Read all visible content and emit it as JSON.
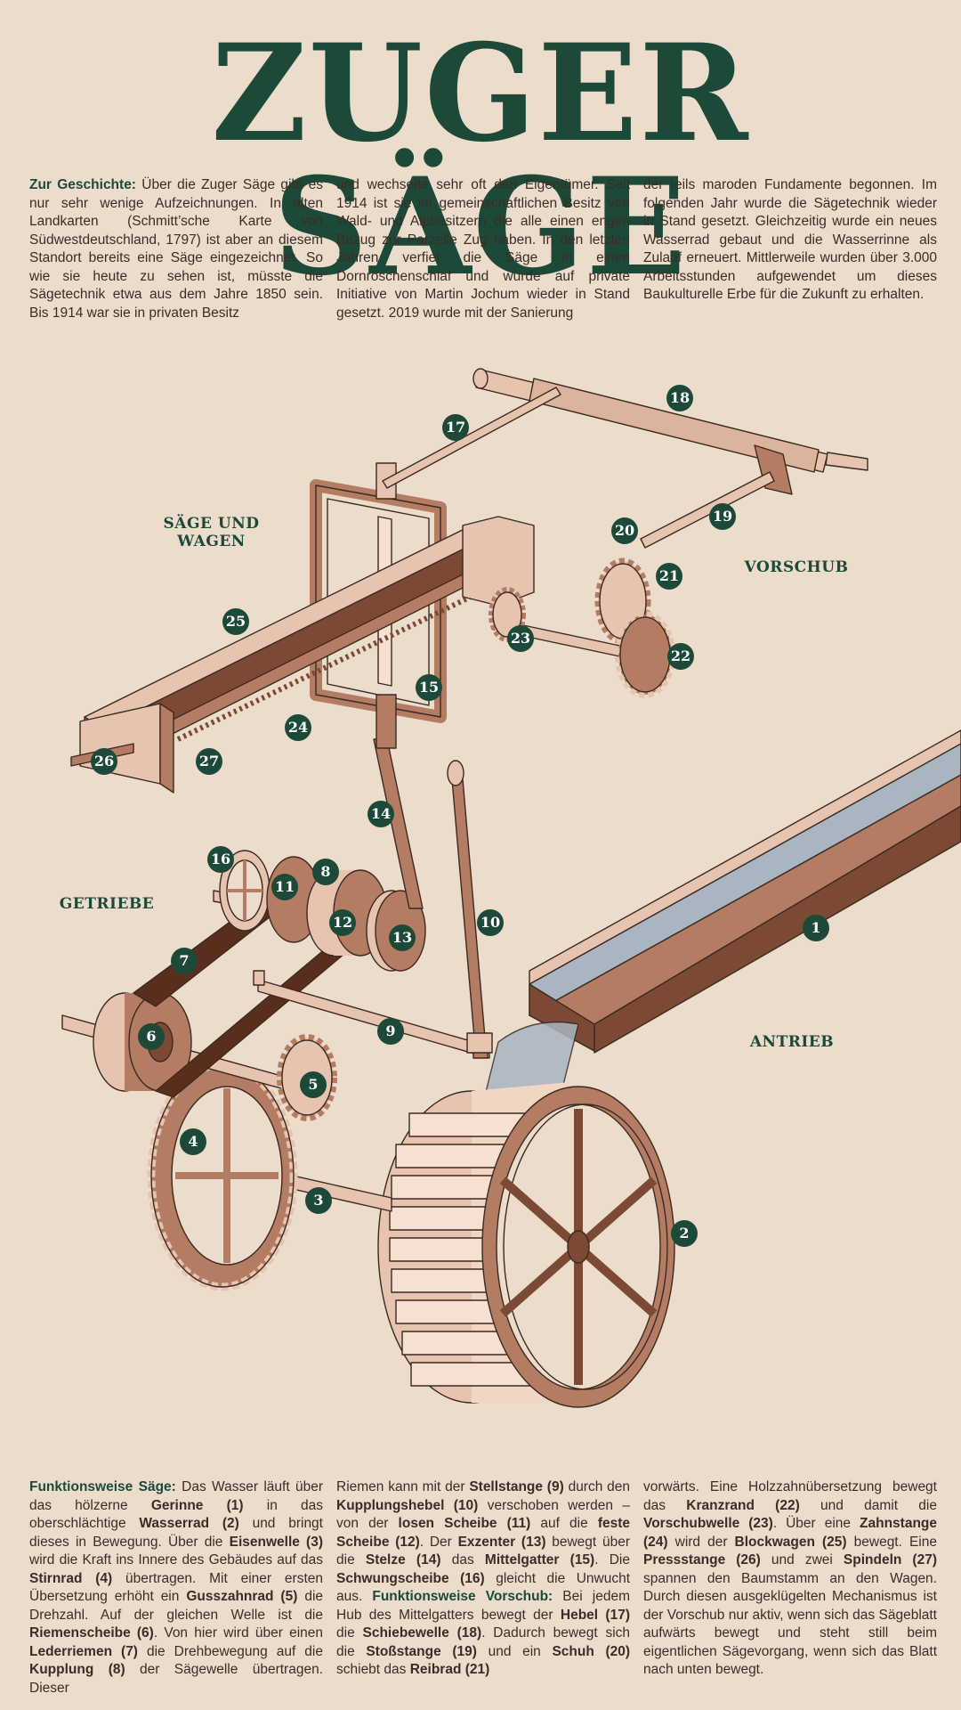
{
  "title": "ZUGER SÄGE",
  "intro": {
    "heading": "Zur Geschichte:",
    "col1": "Über die Zuger Säge gibt es nur sehr wenige Aufzeichnungen. In alten Landkarten (Schmitt’sche Karte von Südwestdeutschland, 1797) ist aber an diesem Standort bereits eine Säge eingezeichnet. So wie sie heute zu sehen ist, müsste die Sägetechnik etwa aus dem Jahre 1850 sein. Bis 1914 war sie in privaten Besitz",
    "col2": "und wechselte sehr oft den Eigentümer. Seit 1914 ist sie im gemeinschaftlichen Besitz von Wald- und Alpbesitzern die alle einen engen Bezug zur Parzelle Zug haben. In den letzten Jahren verfiel die Säge in einen Dornröschenschlaf und wurde auf private Initiative von Martin Jochum wieder in Stand gesetzt. 2019 wurde mit der Sanierung",
    "col3": "der teils maroden Fundamente begonnen. Im folgenden Jahr wurde die Sägetechnik wieder in Stand gesetzt. Gleichzeitig wurde ein neues Wasserrad gebaut und die Wasserrinne als Zulauf erneuert. Mittlerweile wurden über 3.000 Arbeitsstunden aufgewendet um dieses Baukulturelle Erbe für die Zukunft zu erhalten."
  },
  "sections": {
    "saege": "SÄGE UND WAGEN",
    "vorschub": "VORSCHUB",
    "getriebe": "GETRIEBE",
    "antrieb": "ANTRIEB"
  },
  "badges": [
    "1",
    "2",
    "3",
    "4",
    "5",
    "6",
    "7",
    "8",
    "9",
    "10",
    "11",
    "12",
    "13",
    "14",
    "15",
    "16",
    "17",
    "18",
    "19",
    "20",
    "21",
    "22",
    "23",
    "24",
    "25",
    "26",
    "27"
  ],
  "bottom": {
    "col1": [
      {
        "t": "Funktionsweise Säge:",
        "s": "h"
      },
      {
        "t": " Das Wasser läuft über das hölzerne "
      },
      {
        "t": "Gerinne (1)",
        "s": "k"
      },
      {
        "t": " in das oberschlächtige "
      },
      {
        "t": "Wasserrad (2)",
        "s": "k"
      },
      {
        "t": " und bringt dieses in Bewegung. Über die "
      },
      {
        "t": "Eisenwelle (3)",
        "s": "k"
      },
      {
        "t": " wird die Kraft ins Innere des Gebäudes auf das "
      },
      {
        "t": "Stirnrad (4)",
        "s": "k"
      },
      {
        "t": " übertragen. Mit einer ersten Übersetzung erhöht ein "
      },
      {
        "t": "Gusszahnrad (5)",
        "s": "k"
      },
      {
        "t": " die Drehzahl. Auf der gleichen Welle ist die "
      },
      {
        "t": "Riemenscheibe (6)",
        "s": "k"
      },
      {
        "t": ". Von hier wird über einen "
      },
      {
        "t": "Lederriemen (7)",
        "s": "k"
      },
      {
        "t": " die Drehbewegung auf die "
      },
      {
        "t": "Kupplung (8)",
        "s": "k"
      },
      {
        "t": " der Sägewelle übertragen. Dieser"
      }
    ],
    "col2": [
      {
        "t": "Riemen kann mit der "
      },
      {
        "t": "Stellstange (9)",
        "s": "k"
      },
      {
        "t": " durch den "
      },
      {
        "t": "Kupplungshebel (10)",
        "s": "k"
      },
      {
        "t": " verschoben werden – von der "
      },
      {
        "t": "losen Scheibe (11)",
        "s": "k"
      },
      {
        "t": " auf die "
      },
      {
        "t": "feste Scheibe (12)",
        "s": "k"
      },
      {
        "t": ". Der "
      },
      {
        "t": "Exzenter (13)",
        "s": "k"
      },
      {
        "t": " bewegt über die "
      },
      {
        "t": "Stelze (14)",
        "s": "k"
      },
      {
        "t": " das "
      },
      {
        "t": "Mittelgatter (15)",
        "s": "k"
      },
      {
        "t": ". Die "
      },
      {
        "t": "Schwungscheibe (16)",
        "s": "k"
      },
      {
        "t": " gleicht die Unwucht aus. "
      },
      {
        "t": "Funktionsweise Vorschub:",
        "s": "h"
      },
      {
        "t": " Bei jedem Hub des Mittelgatters bewegt der "
      },
      {
        "t": "Hebel (17)",
        "s": "k"
      },
      {
        "t": " die "
      },
      {
        "t": "Schiebewelle (18)",
        "s": "k"
      },
      {
        "t": ". Dadurch bewegt sich die "
      },
      {
        "t": "Stoßstange (19)",
        "s": "k"
      },
      {
        "t": " und ein "
      },
      {
        "t": "Schuh (20)",
        "s": "k"
      },
      {
        "t": " schiebt das "
      },
      {
        "t": "Reibrad (21)",
        "s": "k"
      }
    ],
    "col3": [
      {
        "t": "vorwärts. Eine Holzzahnübersetzung bewegt das "
      },
      {
        "t": "Kranzrand (22)",
        "s": "k"
      },
      {
        "t": " und damit die "
      },
      {
        "t": "Vorschubwelle (23)",
        "s": "k"
      },
      {
        "t": ". Über eine "
      },
      {
        "t": "Zahnstange (24)",
        "s": "k"
      },
      {
        "t": " wird der "
      },
      {
        "t": "Blockwagen (25)",
        "s": "k"
      },
      {
        "t": " bewegt. Eine "
      },
      {
        "t": "Pressstange (26)",
        "s": "k"
      },
      {
        "t": " und zwei "
      },
      {
        "t": "Spindeln (27)",
        "s": "k"
      },
      {
        "t": " spannen den Baumstamm an den Wagen. Durch diesen ausgeklügelten Mechanismus ist der Vorschub nur aktiv, wenn sich das Sägeblatt aufwärts bewegt und steht still beim eigentlichen Sägevorgang, wenn sich das Blatt nach unten bewegt."
      }
    ]
  },
  "colors": {
    "accent": "#1d4a38",
    "bg": "#ecdccc",
    "wood_light": "#e6c4b0",
    "wood_mid": "#b47c62",
    "wood_dark": "#7c4a34",
    "belt": "#5a2e1c",
    "water": "#a9b6c2"
  }
}
